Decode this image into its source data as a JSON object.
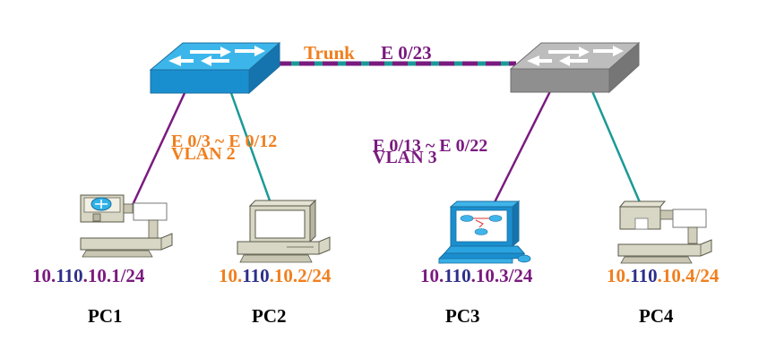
{
  "colors": {
    "orange": "#f07f1e",
    "purple": "#7a1a7f",
    "navy": "#2e2e8a",
    "teal": "#1a9a96",
    "switch_blue_top": "#3cb6ea",
    "switch_blue_front": "#1a8fd0",
    "switch_gray_top": "#b9b9b9",
    "switch_gray_front": "#8e8e8e"
  },
  "trunk": {
    "label": "Trunk",
    "port": "E 0/23"
  },
  "vlan2": {
    "ports": "E 0/3 ~ E 0/12",
    "vlan": "VLAN  2"
  },
  "vlan3": {
    "ports": "E 0/13 ~ E 0/22",
    "vlan": "VLAN  3"
  },
  "hosts": [
    {
      "name": "PC1",
      "icon": "workstation-router-icon",
      "ip": {
        "a": "10.",
        "b": "110",
        "c": ".10.1/24"
      }
    },
    {
      "name": "PC2",
      "icon": "desktop-pc-icon",
      "ip": {
        "a": "10.",
        "b": "110",
        "c": ".10.2/24"
      }
    },
    {
      "name": "PC3",
      "icon": "laptop-network-icon",
      "ip": {
        "a": "10.",
        "b": "110",
        "c": ".10.3/24"
      }
    },
    {
      "name": "PC4",
      "icon": "workstation-icon",
      "ip": {
        "a": "10.",
        "b": "110",
        "c": ".10.4/24"
      }
    }
  ]
}
